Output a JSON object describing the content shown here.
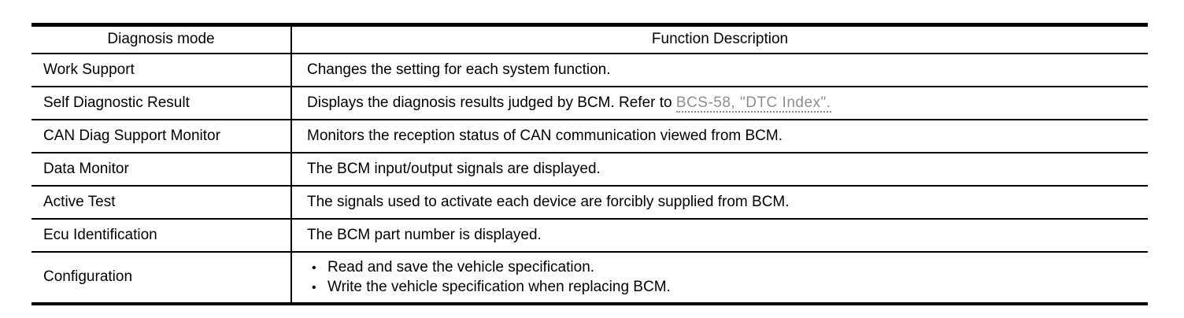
{
  "table": {
    "columns": [
      {
        "label": "Diagnosis mode"
      },
      {
        "label": "Function Description"
      }
    ],
    "rows": [
      {
        "mode": "Work Support",
        "description": "Changes the setting for each system function."
      },
      {
        "mode": "Self Diagnostic Result",
        "description_prefix": "Displays the diagnosis results judged by BCM. Refer to ",
        "link_text": "BCS-58, \"DTC Index\"."
      },
      {
        "mode": "CAN Diag Support Monitor",
        "description": "Monitors the reception status of CAN communication viewed from BCM."
      },
      {
        "mode": "Data Monitor",
        "description": "The BCM input/output signals are displayed."
      },
      {
        "mode": "Active Test",
        "description": "The signals used to activate each device are forcibly supplied from BCM."
      },
      {
        "mode": "Ecu Identification",
        "description": "The BCM part number is displayed."
      },
      {
        "mode": "Configuration",
        "bullets": [
          "Read and save the vehicle specification.",
          "Write the vehicle specification when replacing BCM."
        ]
      }
    ],
    "link_color": "#8d8d8d",
    "border_color": "#000000"
  }
}
